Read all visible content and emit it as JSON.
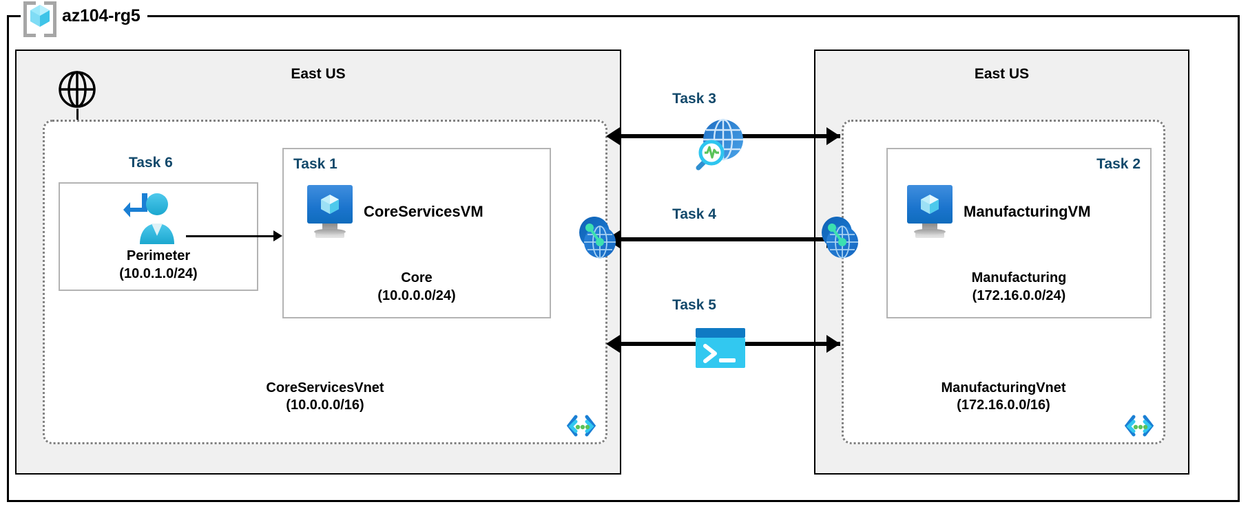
{
  "resource_group": {
    "name": "az104-rg5",
    "icon": "azure-resource-group-cube-icon"
  },
  "regions": [
    {
      "id": "left",
      "title": "East US"
    },
    {
      "id": "right",
      "title": "East US"
    }
  ],
  "internet": {
    "icon": "globe-icon"
  },
  "vnets": [
    {
      "id": "coreservices",
      "name": "CoreServicesVnet",
      "cidr": "(10.0.0.0/16)",
      "corner_icon": "subnet-code-brackets-icon"
    },
    {
      "id": "manufacturing",
      "name": "ManufacturingVnet",
      "cidr": "(172.16.0.0/16)",
      "corner_icon": "subnet-code-brackets-icon"
    }
  ],
  "subnets": [
    {
      "id": "perimeter",
      "task": "Task 6",
      "name": "Perimeter",
      "cidr": "(10.0.1.0/24)",
      "icon": "user-login-icon"
    },
    {
      "id": "core",
      "task": "Task 1",
      "name": "Core",
      "cidr": "(10.0.0.0/24)",
      "vm": "CoreServicesVM",
      "icon": "virtual-machine-icon"
    },
    {
      "id": "manufacturing",
      "task": "Task 2",
      "name": "Manufacturing",
      "cidr": "(172.16.0.0/24)",
      "vm": "ManufacturingVM",
      "icon": "virtual-machine-icon"
    }
  ],
  "connections": [
    {
      "id": "task3",
      "label": "Task 3",
      "icon": "network-watcher-globe-magnifier-icon"
    },
    {
      "id": "task4",
      "label": "Task 4",
      "icon": "vnet-peering-icon"
    },
    {
      "id": "task5",
      "label": "Task 5",
      "icon": "cloud-shell-terminal-icon"
    }
  ],
  "colors": {
    "task_blue": "#12496b",
    "region_fill": "#f0f0f0",
    "vnet_border": "#808080",
    "subnet_border": "#b3b3b3",
    "azure_blue": "#0f6cbd",
    "cyan": "#32c8f0",
    "green": "#5ac35a"
  }
}
